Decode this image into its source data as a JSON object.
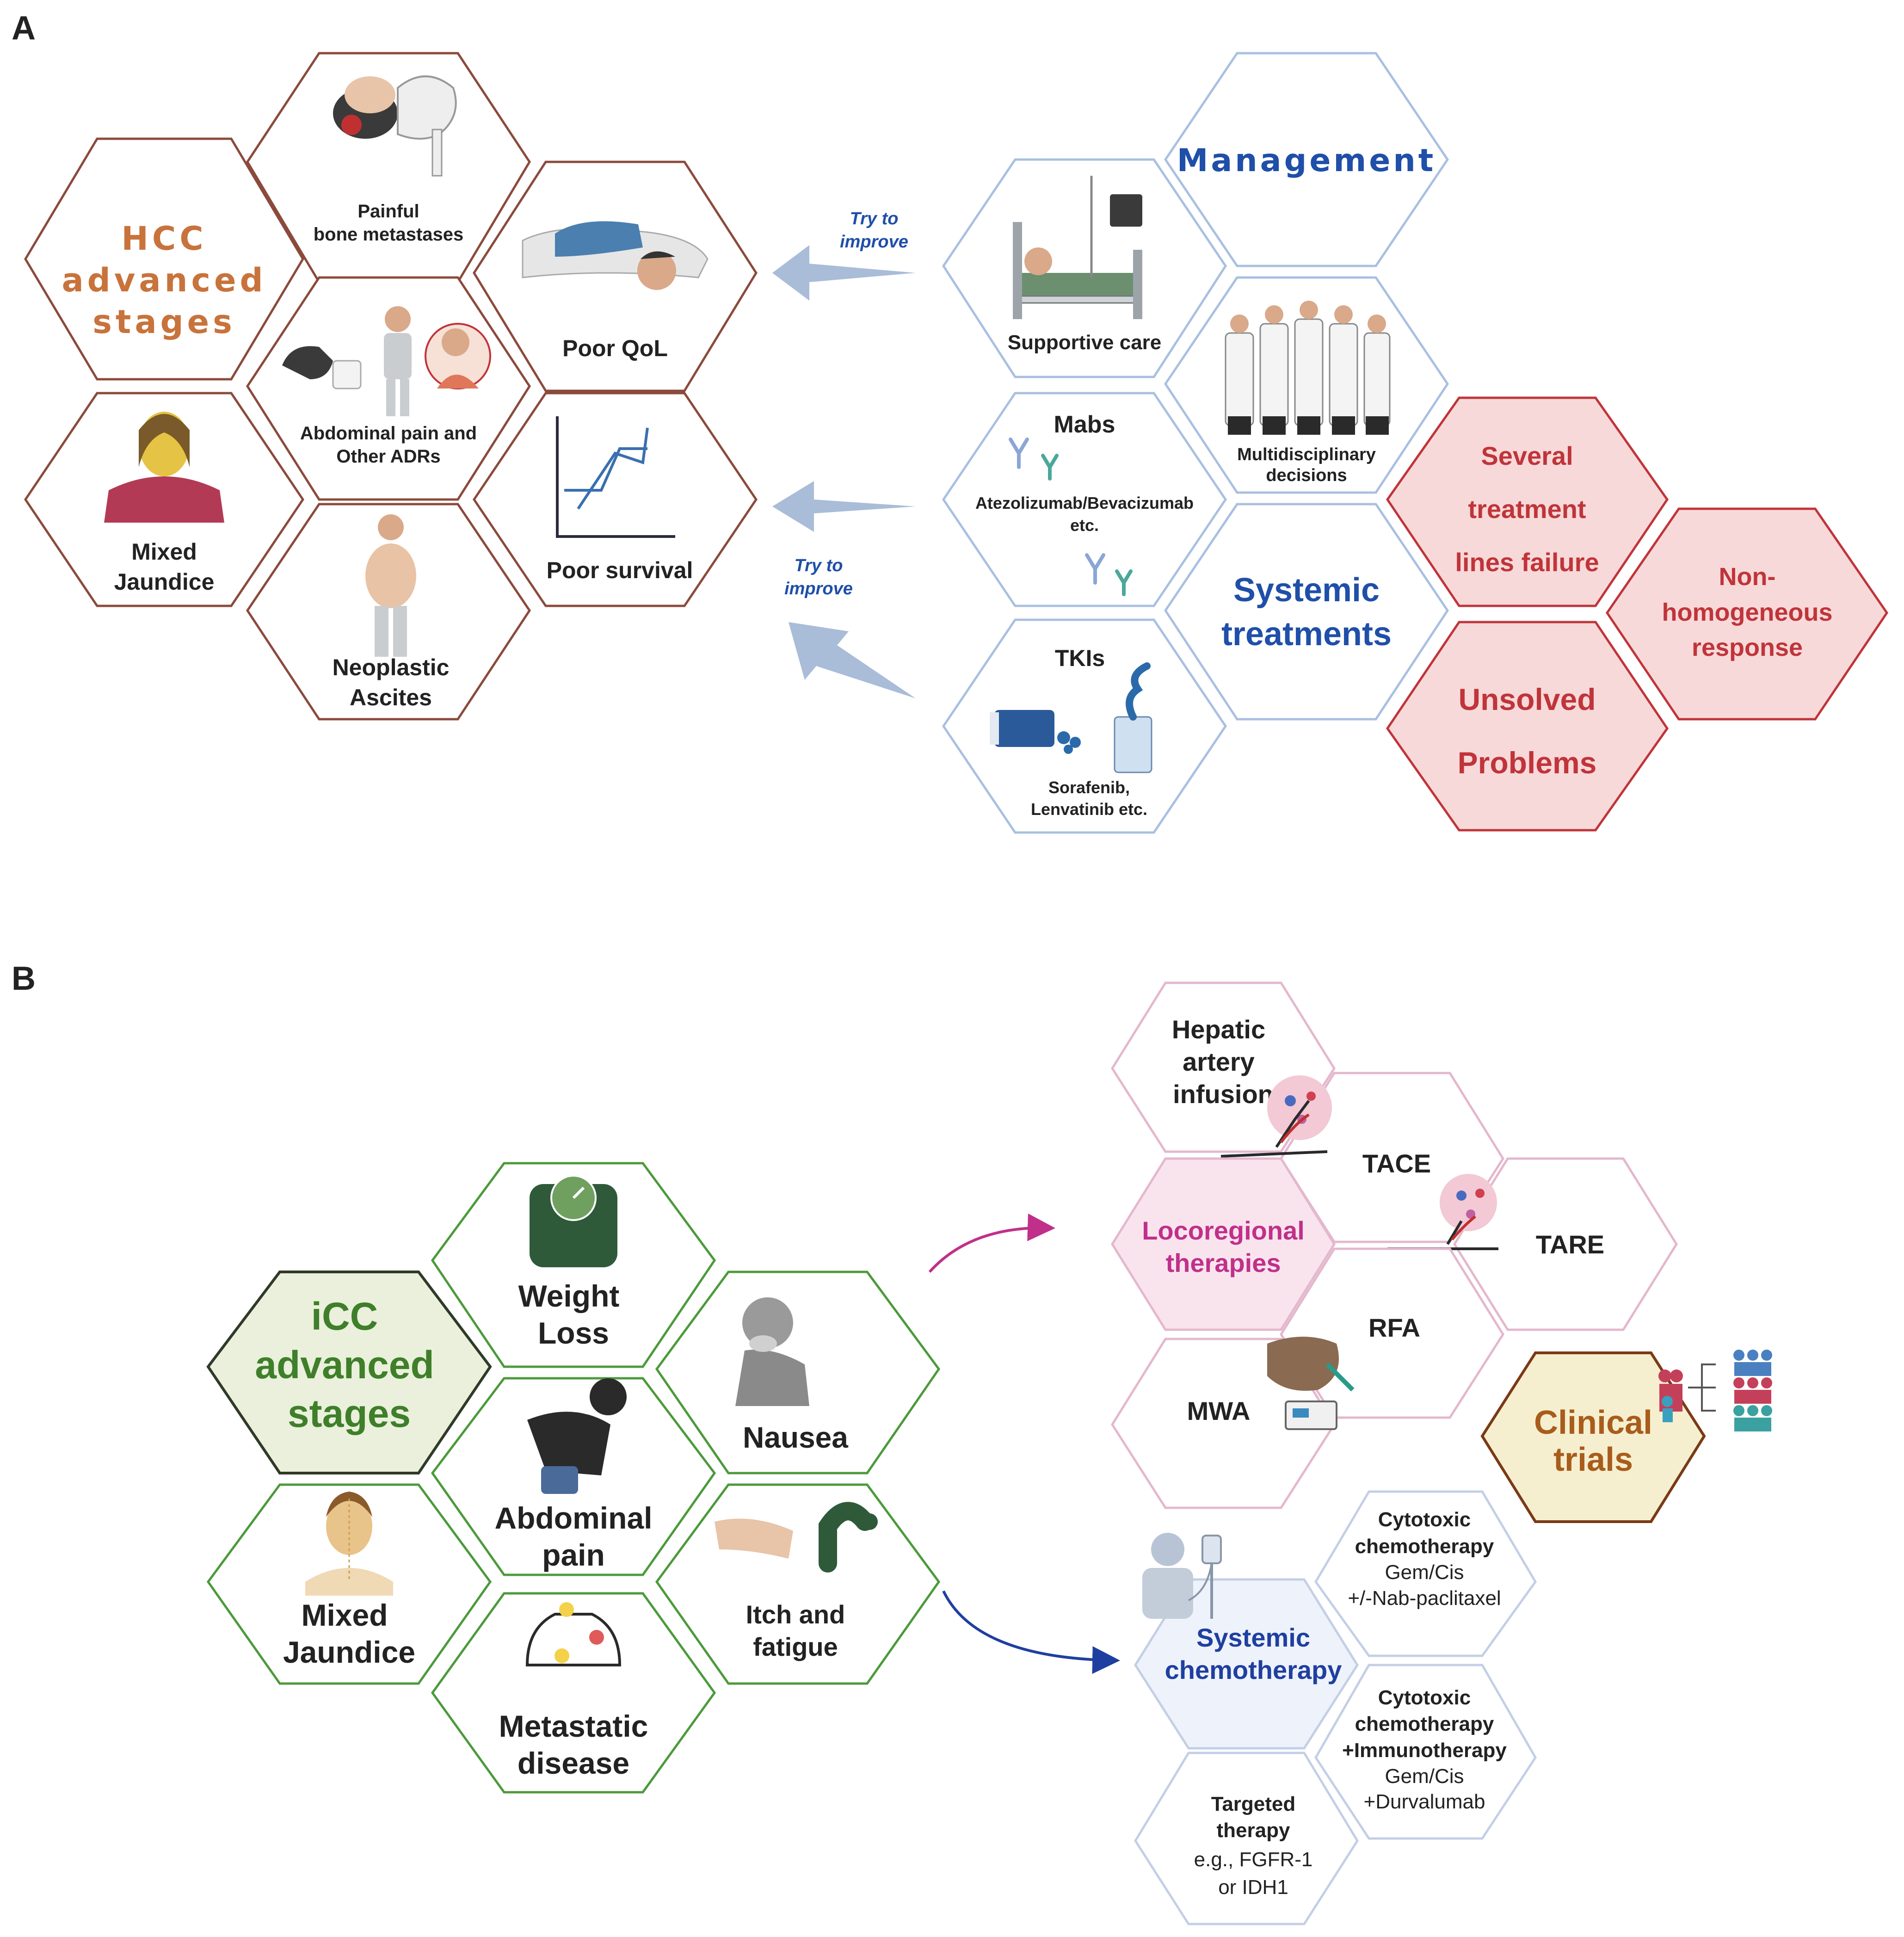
{
  "panel_a": {
    "letter": "A",
    "hcc_title": [
      "HCC",
      "advanced",
      "stages"
    ],
    "bone": [
      "Painful",
      "bone metastases"
    ],
    "qol": "Poor QoL",
    "abdominal": [
      "Abdominal pain and",
      "Other ADRs"
    ],
    "jaundice": [
      "Mixed",
      "Jaundice"
    ],
    "survival": "Poor survival",
    "ascites": [
      "Neoplastic",
      "Ascites"
    ],
    "try_improve": [
      "Try to",
      "improve"
    ],
    "management": "Management",
    "supportive": "Supportive care",
    "multidisciplinary": [
      "Multidisciplinary",
      "decisions"
    ],
    "mabs_title": "Mabs",
    "mabs_examples": [
      "Atezolizumab/Bevacizumab",
      "etc."
    ],
    "systemic": [
      "Systemic",
      "treatments"
    ],
    "tkis_title": "TKIs",
    "tkis_examples": [
      "Sorafenib,",
      "Lenvatinib etc."
    ],
    "several": [
      "Several",
      "treatment",
      "lines failure"
    ],
    "nonhomog": [
      "Non-",
      "homogeneous",
      "response"
    ],
    "unsolved": [
      "Unsolved",
      "Problems"
    ]
  },
  "panel_b": {
    "letter": "B",
    "icc_title": [
      "iCC",
      "advanced",
      "stages"
    ],
    "weight": [
      "Weight",
      "Loss"
    ],
    "nausea": "Nausea",
    "abdominal": [
      "Abdominal",
      "pain"
    ],
    "jaundice": [
      "Mixed",
      "Jaundice"
    ],
    "itch": [
      "Itch and",
      "fatigue"
    ],
    "metastatic": [
      "Metastatic",
      "disease"
    ],
    "hepatic": [
      "Hepatic",
      "artery",
      "infusion"
    ],
    "tace": "TACE",
    "tare": "TARE",
    "locoregional": [
      "Locoregional",
      "therapies"
    ],
    "rfa": "RFA",
    "mwa": "MWA",
    "clinical": [
      "Clinical",
      "trials"
    ],
    "systemic_chemo": [
      "Systemic",
      "chemotherapy"
    ],
    "cytotoxic1": [
      "Cytotoxic",
      "chemotherapy",
      "Gem/Cis",
      "+/-Nab-paclitaxel"
    ],
    "cytotoxic2": [
      "Cytotoxic",
      "chemotherapy",
      "+Immunotherapy",
      "Gem/Cis",
      "+Durvalumab"
    ],
    "targeted": [
      "Targeted",
      "therapy",
      "e.g., FGFR-1",
      "or IDH1"
    ]
  },
  "colors": {
    "hcc_border": "#8b4a3c",
    "hcc_title": "#c8733c",
    "mgmt_border": "#a9c0e0",
    "mgmt_text": "#1f4fa8",
    "problem_fill": "#f7d9d9",
    "problem_border": "#c0343a",
    "problem_text": "#c0343a",
    "icc_border": "#4b9a3a",
    "icc_title": "#3f7f2a",
    "loco_border": "#e3b8cd",
    "loco_text": "#c0308a",
    "chemo_border": "#c3cfe6",
    "chemo_text": "#1f3fa0",
    "trials_fill": "#f6efcf",
    "trials_border": "#7a3a16",
    "trials_text": "#a85d1c"
  }
}
